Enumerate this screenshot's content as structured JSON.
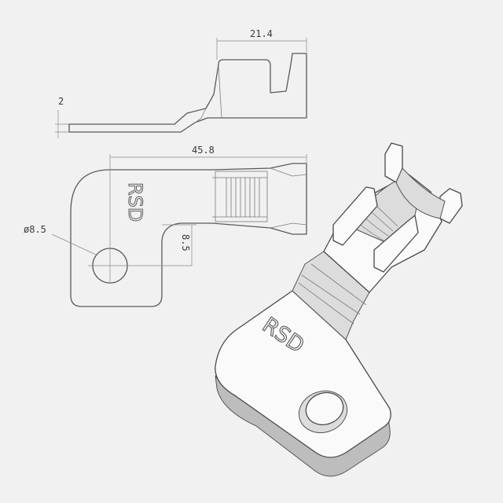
{
  "dimensions": {
    "top_width": "21.4",
    "thickness": "2",
    "overall_length": "45.8",
    "hole_diameter": "ø8.5",
    "hole_offset": "8.5"
  },
  "marking": {
    "plan_text": "RSD",
    "iso_text": "RSD"
  }
}
